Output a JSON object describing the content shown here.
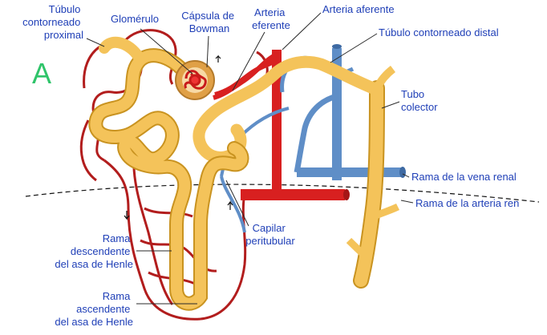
{
  "panel_letter": "A",
  "colors": {
    "label_text": "#1f3fb7",
    "panel_letter": "#2fc46a",
    "tubule_fill": "#f4c35a",
    "tubule_outline": "#c99320",
    "artery": "#d82020",
    "artery_dark": "#a51616",
    "vein": "#5f8ec7",
    "vein_dark": "#3e6aa3",
    "capillary": "#b21d1d",
    "glomerulus": "#c81a1a",
    "bowman_capsule": "#e0a046",
    "leader_line": "#2a2a2a"
  },
  "labels": {
    "tubulo_contorneado_proximal": [
      "Túbulo",
      "contorneado",
      "proximal"
    ],
    "glomerulo": [
      "Glomérulo"
    ],
    "capsula_bowman": [
      "Cápsula de",
      "Bowman"
    ],
    "arteria_eferente": [
      "Arteria",
      "eferente"
    ],
    "arteria_aferente": [
      "Arteria aferente"
    ],
    "tubulo_contorneado_distal": [
      "Túbulo contorneado distal"
    ],
    "tubo_colector": [
      "Tubo",
      "colector"
    ],
    "rama_vena_renal": [
      "Rama de la vena renal"
    ],
    "rama_arteria_renal": [
      "Rama de la arteria ren"
    ],
    "capilar_peritubular": [
      "Capilar",
      "peritubular"
    ],
    "rama_descendente": [
      "Rama",
      "descendente",
      "del asa de Henle"
    ],
    "rama_ascendente": [
      "Rama",
      "ascendente",
      "del asa de Henle"
    ]
  }
}
